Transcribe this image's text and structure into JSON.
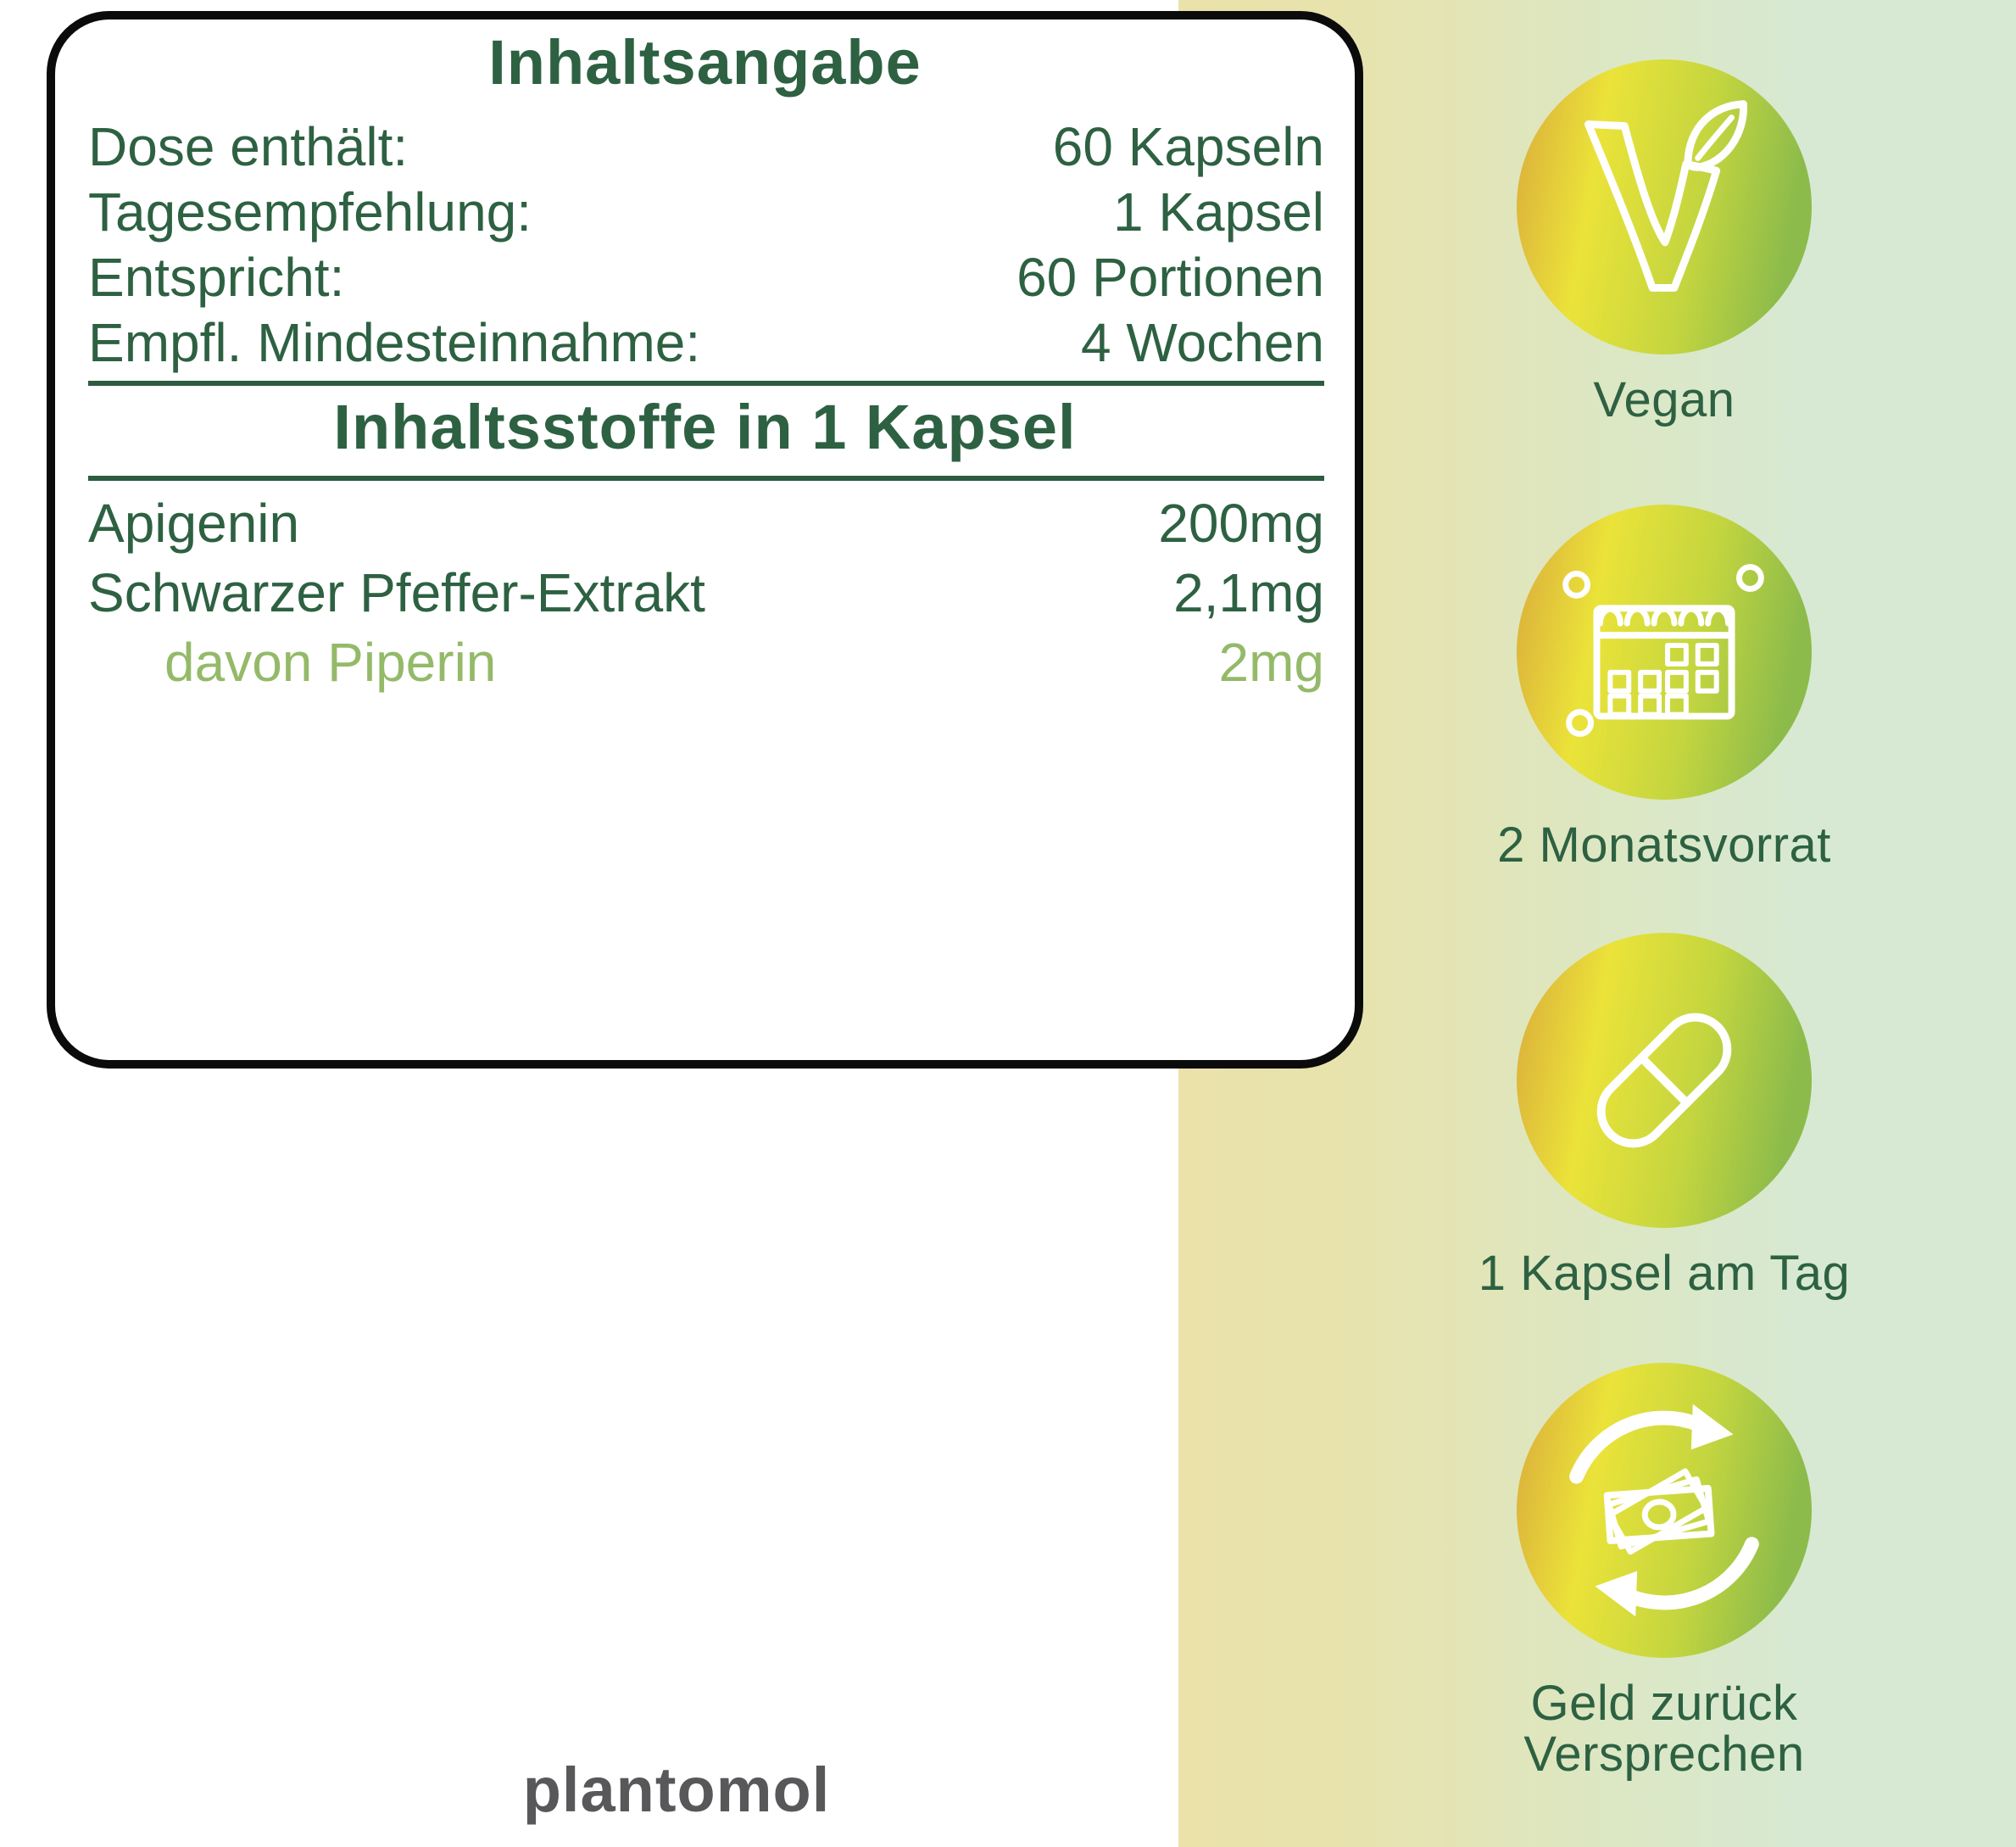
{
  "card": {
    "title": "Inhaltsangabe",
    "info_rows": [
      {
        "label": "Dose enthält:",
        "value": "60 Kapseln"
      },
      {
        "label": "Tagesempfehlung:",
        "value": "1 Kapsel"
      },
      {
        "label": "Entspricht:",
        "value": "60 Portionen"
      },
      {
        "label": "Empfl. Mindesteinnahme:",
        "value": "4 Wochen"
      }
    ],
    "section_title": "Inhaltsstoffe in 1 Kapsel",
    "ingredients": [
      {
        "name": "Apigenin",
        "amount": "200mg"
      },
      {
        "name": "Schwarzer Pfeffer-Extrakt",
        "amount": "2,1mg"
      },
      {
        "name": "davon Piperin",
        "amount": "2mg"
      }
    ]
  },
  "features": [
    {
      "icon": "vegan-icon",
      "label": "Vegan"
    },
    {
      "icon": "calendar-icon",
      "label": "2 Monatsvorrat"
    },
    {
      "icon": "capsule-icon",
      "label": "1 Kapsel am Tag"
    },
    {
      "icon": "money-back-icon",
      "label": "Geld zurück Versprechen"
    }
  ],
  "logo": {
    "brand": "plantomol"
  },
  "colors": {
    "dark_green": "#2d6142",
    "light_green": "#94ba69",
    "rule_green": "#2d5c40",
    "band_yellow": "#eae2a9",
    "band_green": "#d7e9d2",
    "circle_gold": "#d9a93c",
    "circle_yellow": "#ebe339",
    "circle_green": "#8cbb4b",
    "logo_gray": "#58585a",
    "card_border": "#0b0b0b"
  }
}
